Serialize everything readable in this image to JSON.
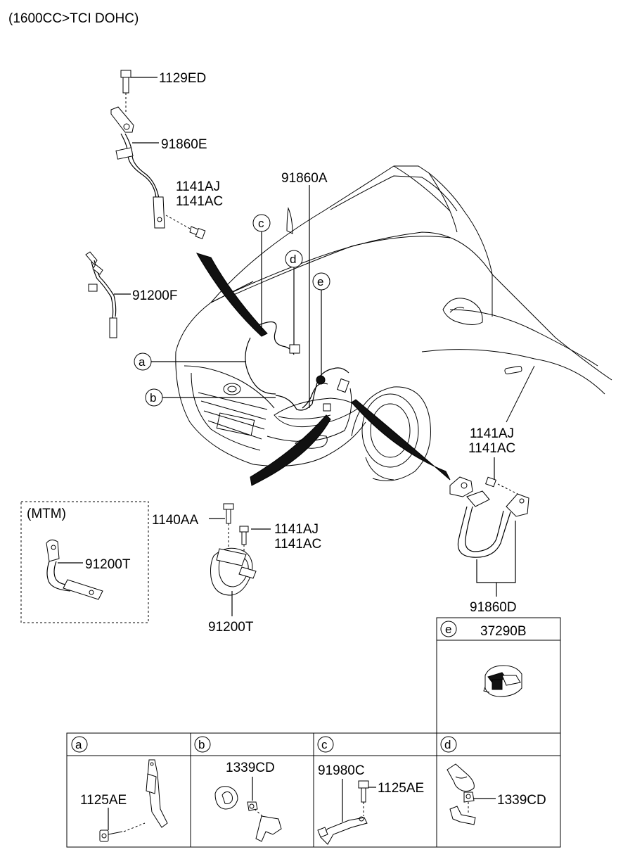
{
  "header": {
    "engine_note": "(1600CC>TCI DOHC)"
  },
  "callouts": {
    "c1129ED": "1129ED",
    "c91860E": "91860E",
    "c1141AJ_top": "1141AJ",
    "c1141AC_top": "1141AC",
    "c91860A": "91860A",
    "c91200F": "91200F",
    "c1141AJ_right": "1141AJ",
    "c1141AC_right": "1141AC",
    "c1140AA": "1140AA",
    "c1141AJ_mid": "1141AJ",
    "c1141AC_mid": "1141AC",
    "c91200T_mtm": "91200T",
    "c91200T": "91200T",
    "c91860D": "91860D"
  },
  "circle_labels": {
    "a": "a",
    "b": "b",
    "c": "c",
    "d": "d",
    "e": "e"
  },
  "mtm_box": {
    "title": "(MTM)"
  },
  "detail_e": {
    "letter": "e",
    "part": "37290B"
  },
  "detail_table": [
    {
      "letter": "a",
      "parts": [
        "1125AE"
      ]
    },
    {
      "letter": "b",
      "parts": [
        "1339CD"
      ]
    },
    {
      "letter": "c",
      "parts": [
        "91980C",
        "1125AE"
      ]
    },
    {
      "letter": "d",
      "parts": [
        "1339CD"
      ]
    }
  ]
}
